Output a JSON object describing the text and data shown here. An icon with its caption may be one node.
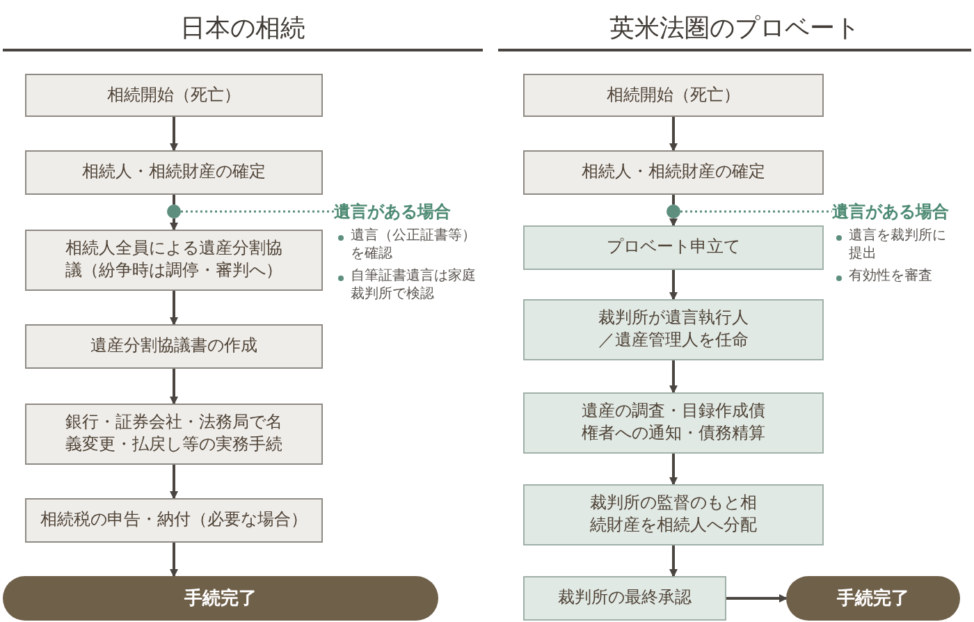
{
  "diagram": {
    "nodes": [
      {
        "text": [
          "相続開始（死亡）"
        ]
      },
      {
        "text": [
          "相続人・相続財産の確定"
        ]
      },
      {
        "text": [],
        "shape": "circle"
      },
      {
        "text": [
          "遺言がある場合",
          "遺言（公正証書等）を確認",
          "自筆証書遺言は家庭裁判所で検認"
        ]
      },
      {
        "text": [
          "相続人全員による遺産分割協議（紛争時は調停・審判へ）"
        ]
      },
      {
        "text": [
          "遺産分割協議書の作成"
        ]
      },
      {
        "text": [
          "銀行・証券会社・法務局で名義変更・払戻し等の実務手続"
        ]
      },
      {
        "text": [
          "相続税の申告・納付（必要な場合）"
        ]
      },
      {
        "text": [
          "手続完了"
        ]
      },
      {
        "text": [
          "相続開始（死亡）"
        ]
      },
      {
        "text": [
          "相続人・相続財産の確定"
        ]
      },
      {
        "text": [],
        "shape": "circle"
      },
      {
        "text": [
          "遺言がある場合",
          "遺言を裁判所に提出",
          "有効性を審査"
        ]
      },
      {
        "text": [
          "プロベート申立て"
        ]
      },
      {
        "text": [
          "裁判所が遺言執行人／遺産管理人を任命"
        ]
      },
      {
        "text": [
          "遺産の調査・目録作成債権者への通知・債務精算"
        ]
      },
      {
        "text": [
          "裁判所の監督のもと相続財産を相続人へ分配"
        ]
      },
      {
        "text": [
          "裁判所の最終承認"
        ]
      },
      {
        "text": [
          "手続完了"
        ]
      }
    ],
    "edges": [
      {
        "from": 0,
        "to": 1,
        "arrow": "to"
      },
      {
        "from": 1,
        "to": 2,
        "arrow": "none"
      },
      {
        "from": 2,
        "to": 4,
        "arrow": "to"
      },
      {
        "from": 2,
        "to": 3,
        "arrow": "none",
        "style": "dashed",
        "color": "#5e8f7e"
      },
      {
        "from": 4,
        "to": 5,
        "arrow": "to"
      },
      {
        "from": 5,
        "to": 6,
        "arrow": "to"
      },
      {
        "from": 6,
        "to": 7,
        "arrow": "to"
      },
      {
        "from": 7,
        "to": 8,
        "arrow": "to"
      },
      {
        "from": 9,
        "to": 10,
        "arrow": "to"
      },
      {
        "from": 10,
        "to": 11,
        "arrow": "none"
      },
      {
        "from": 11,
        "to": 13,
        "arrow": "to"
      },
      {
        "from": 11,
        "to": 12,
        "arrow": "none",
        "style": "dashed",
        "color": "#5e8f7e"
      },
      {
        "from": 13,
        "to": 14,
        "arrow": "to"
      },
      {
        "from": 14,
        "to": 15,
        "arrow": "to"
      },
      {
        "from": 15,
        "to": 16,
        "arrow": "to"
      },
      {
        "from": 16,
        "to": 17,
        "arrow": "to"
      },
      {
        "from": 17,
        "to": 18,
        "arrow": "to"
      }
    ],
    "labels": [
      "日本の相続",
      "英米法圏のプロベート"
    ]
  }
}
